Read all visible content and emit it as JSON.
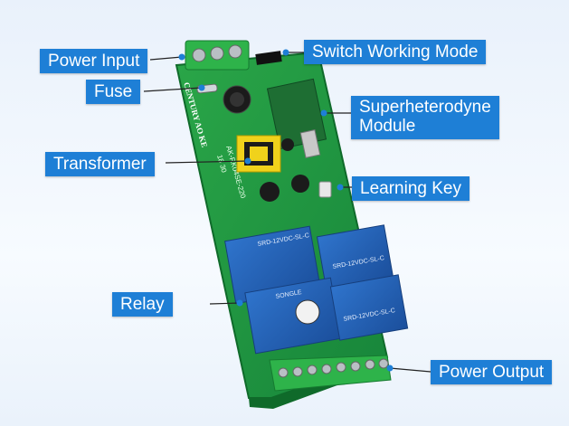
{
  "labels": {
    "power_input": "Power Input",
    "fuse": "Fuse",
    "transformer": "Transformer",
    "relay": "Relay",
    "switch_working_mode": "Switch Working Mode",
    "superheterodyne_module_line1": "Superheterodyne",
    "superheterodyne_module_line2": "Module",
    "learning_key": "Learning Key",
    "power_output": "Power Output"
  },
  "board": {
    "silkscreen_brand": "CENTURY AO KE",
    "silkscreen_model": "AK-RK04SE-220",
    "silkscreen_date": "18 30"
  },
  "relays": {
    "text_a": "SRD-12VDC-SL-C",
    "text_b": "SONGLE"
  },
  "colors": {
    "callout_bg": "#1e7fd6",
    "callout_text": "#ffffff",
    "pcb_green": "#1f9a3c",
    "terminal_green": "#2eb34a",
    "relay_blue": "#1f5fb5",
    "leader_line": "#222222"
  }
}
